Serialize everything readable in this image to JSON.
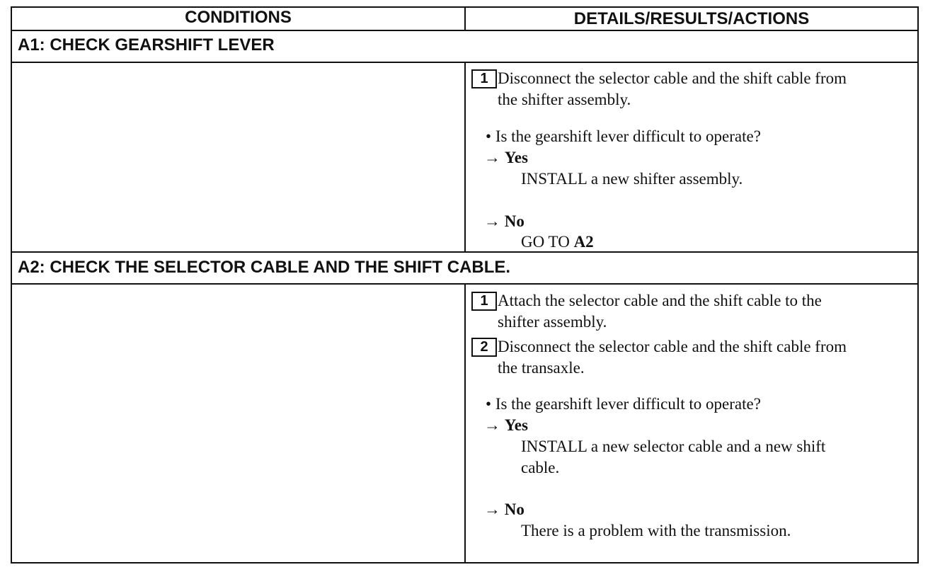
{
  "header": {
    "conditions": "CONDITIONS",
    "details": "DETAILS/RESULTS/ACTIONS"
  },
  "sections": [
    {
      "title": "A1: CHECK GEARSHIFT LEVER",
      "steps": [
        {
          "number": "1",
          "line1": "Disconnect the selector cable and the shift cable from",
          "line2": "the shifter assembly."
        }
      ],
      "question": "Is the gearshift lever difficult to operate?",
      "yes_label": "Yes",
      "yes_action": "INSTALL a new shifter assembly.",
      "no_label": "No",
      "no_action_prefix": "GO TO",
      "no_action_ref": "A2"
    },
    {
      "title": "A2: CHECK THE SELECTOR CABLE AND THE SHIFT CABLE.",
      "steps": [
        {
          "number": "1",
          "line1": "Attach the selector cable and the shift cable to the",
          "line2": "shifter assembly."
        },
        {
          "number": "2",
          "line1": "Disconnect the selector cable and the shift cable from",
          "line2": "the transaxle."
        }
      ],
      "question": "Is the gearshift lever difficult to operate?",
      "yes_label": "Yes",
      "yes_action_line1": "INSTALL a new selector cable and a new shift",
      "yes_action_line2": "cable.",
      "no_label": "No",
      "no_action": "There is a problem with the transmission."
    }
  ],
  "glyphs": {
    "bullet": "•",
    "arrow": "→"
  }
}
